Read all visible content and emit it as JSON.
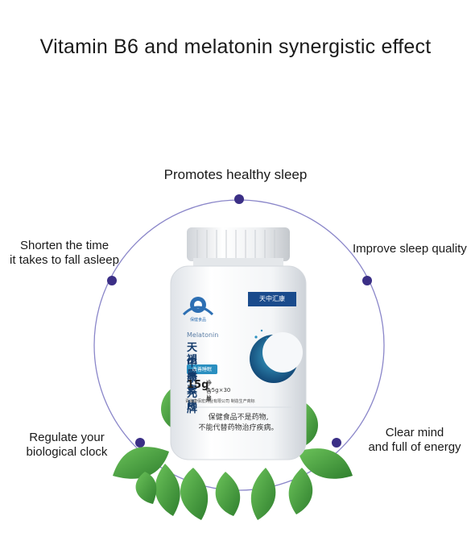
{
  "headline": "Vitamin B6 and melatonin synergistic effect",
  "benefits": {
    "top": "Promotes healthy sleep",
    "left_upper_line1": "Shorten the time",
    "left_upper_line2": "it takes to fall asleep",
    "right_upper": "Improve sleep quality",
    "left_lower_line1": "Regulate your",
    "left_lower_line2": "biological clock",
    "right_lower_line1": "Clear mind",
    "right_lower_line2": "and full of energy"
  },
  "product": {
    "brand_badge": "天中汇康",
    "latin_name": "Melatonin",
    "name_line1": "天中康元牌",
    "name_line2": "褪黑素片",
    "tag": "改善睡眠",
    "weight": "15g",
    "net_label": "净含量",
    "spec": "0.5g×30片",
    "maker": "青海康佰宏药业有限公司 制造生产商标",
    "warning_line1": "保健食品不是药物,",
    "warning_line2": "不能代替药物治疗疾病。",
    "logo_caption": "保健食品"
  },
  "colors": {
    "ring": "#8a86c9",
    "dot": "#3b2f86",
    "teal": "#1e7fa6",
    "navy": "#143b6b",
    "leaf": "#3f9a3a"
  }
}
